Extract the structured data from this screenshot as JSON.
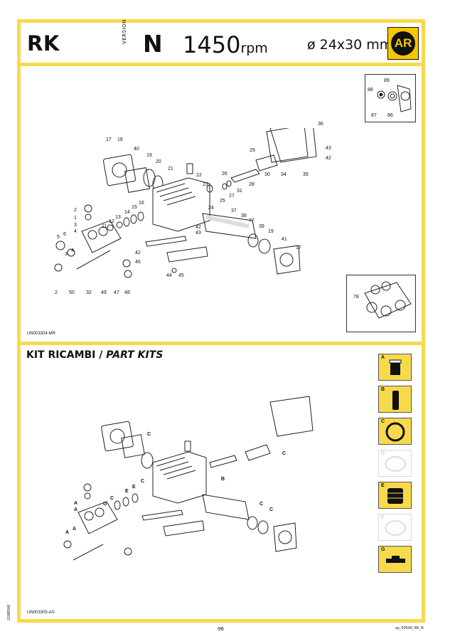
{
  "header": {
    "model": "RK",
    "version_caption": "VERSION",
    "version": "N",
    "speed_value": "1450",
    "speed_unit": "rpm",
    "bore_stroke": "ø 24x30 mm",
    "logo_text": "AR"
  },
  "exploded_view": {
    "code": "UN003304-MR",
    "inset_top_labels": [
      "89",
      "88",
      "87",
      "86"
    ],
    "inset_bottom_label": "78",
    "part_labels": [
      "17",
      "18",
      "40",
      "19",
      "20",
      "21",
      "22",
      "36",
      "29",
      "30",
      "34",
      "35",
      "43",
      "42",
      "23",
      "26",
      "31",
      "27",
      "25",
      "28",
      "24",
      "2",
      "1",
      "3",
      "4",
      "11",
      "12",
      "13",
      "14",
      "15",
      "16",
      "37",
      "38",
      "77",
      "39",
      "19",
      "41",
      "17",
      "5",
      "6",
      "3",
      "4",
      "42",
      "46",
      "44",
      "45",
      "2",
      "50",
      "32",
      "49",
      "47",
      "48",
      "42",
      "43"
    ]
  },
  "kits": {
    "title_normal": "KIT RICAMBI / ",
    "title_italic": "PART KITS",
    "code": "UN003305-AS",
    "callout_labels": [
      "C",
      "C",
      "B",
      "C",
      "C",
      "C",
      "A",
      "A",
      "G",
      "E",
      "E",
      "C",
      "A",
      "A"
    ],
    "items": [
      {
        "letter": "A",
        "icon": "valve-kit-icon",
        "active": true
      },
      {
        "letter": "B",
        "icon": "piston-kit-icon",
        "active": true
      },
      {
        "letter": "C",
        "icon": "o-ring-kit-icon",
        "active": true
      },
      {
        "letter": "D",
        "icon": "ring-kit-icon",
        "active": false
      },
      {
        "letter": "E",
        "icon": "seal-kit-icon",
        "active": true
      },
      {
        "letter": "F",
        "icon": "ring-kit-icon",
        "active": false
      },
      {
        "letter": "G",
        "icon": "shim-kit-icon",
        "active": true
      }
    ]
  },
  "footer": {
    "page_number": "96",
    "file_ref": "sp_00500_RK_N",
    "side_code": "2288500"
  },
  "colors": {
    "accent": "#f7d94c",
    "logo": "#f7c600",
    "ink": "#111111"
  }
}
